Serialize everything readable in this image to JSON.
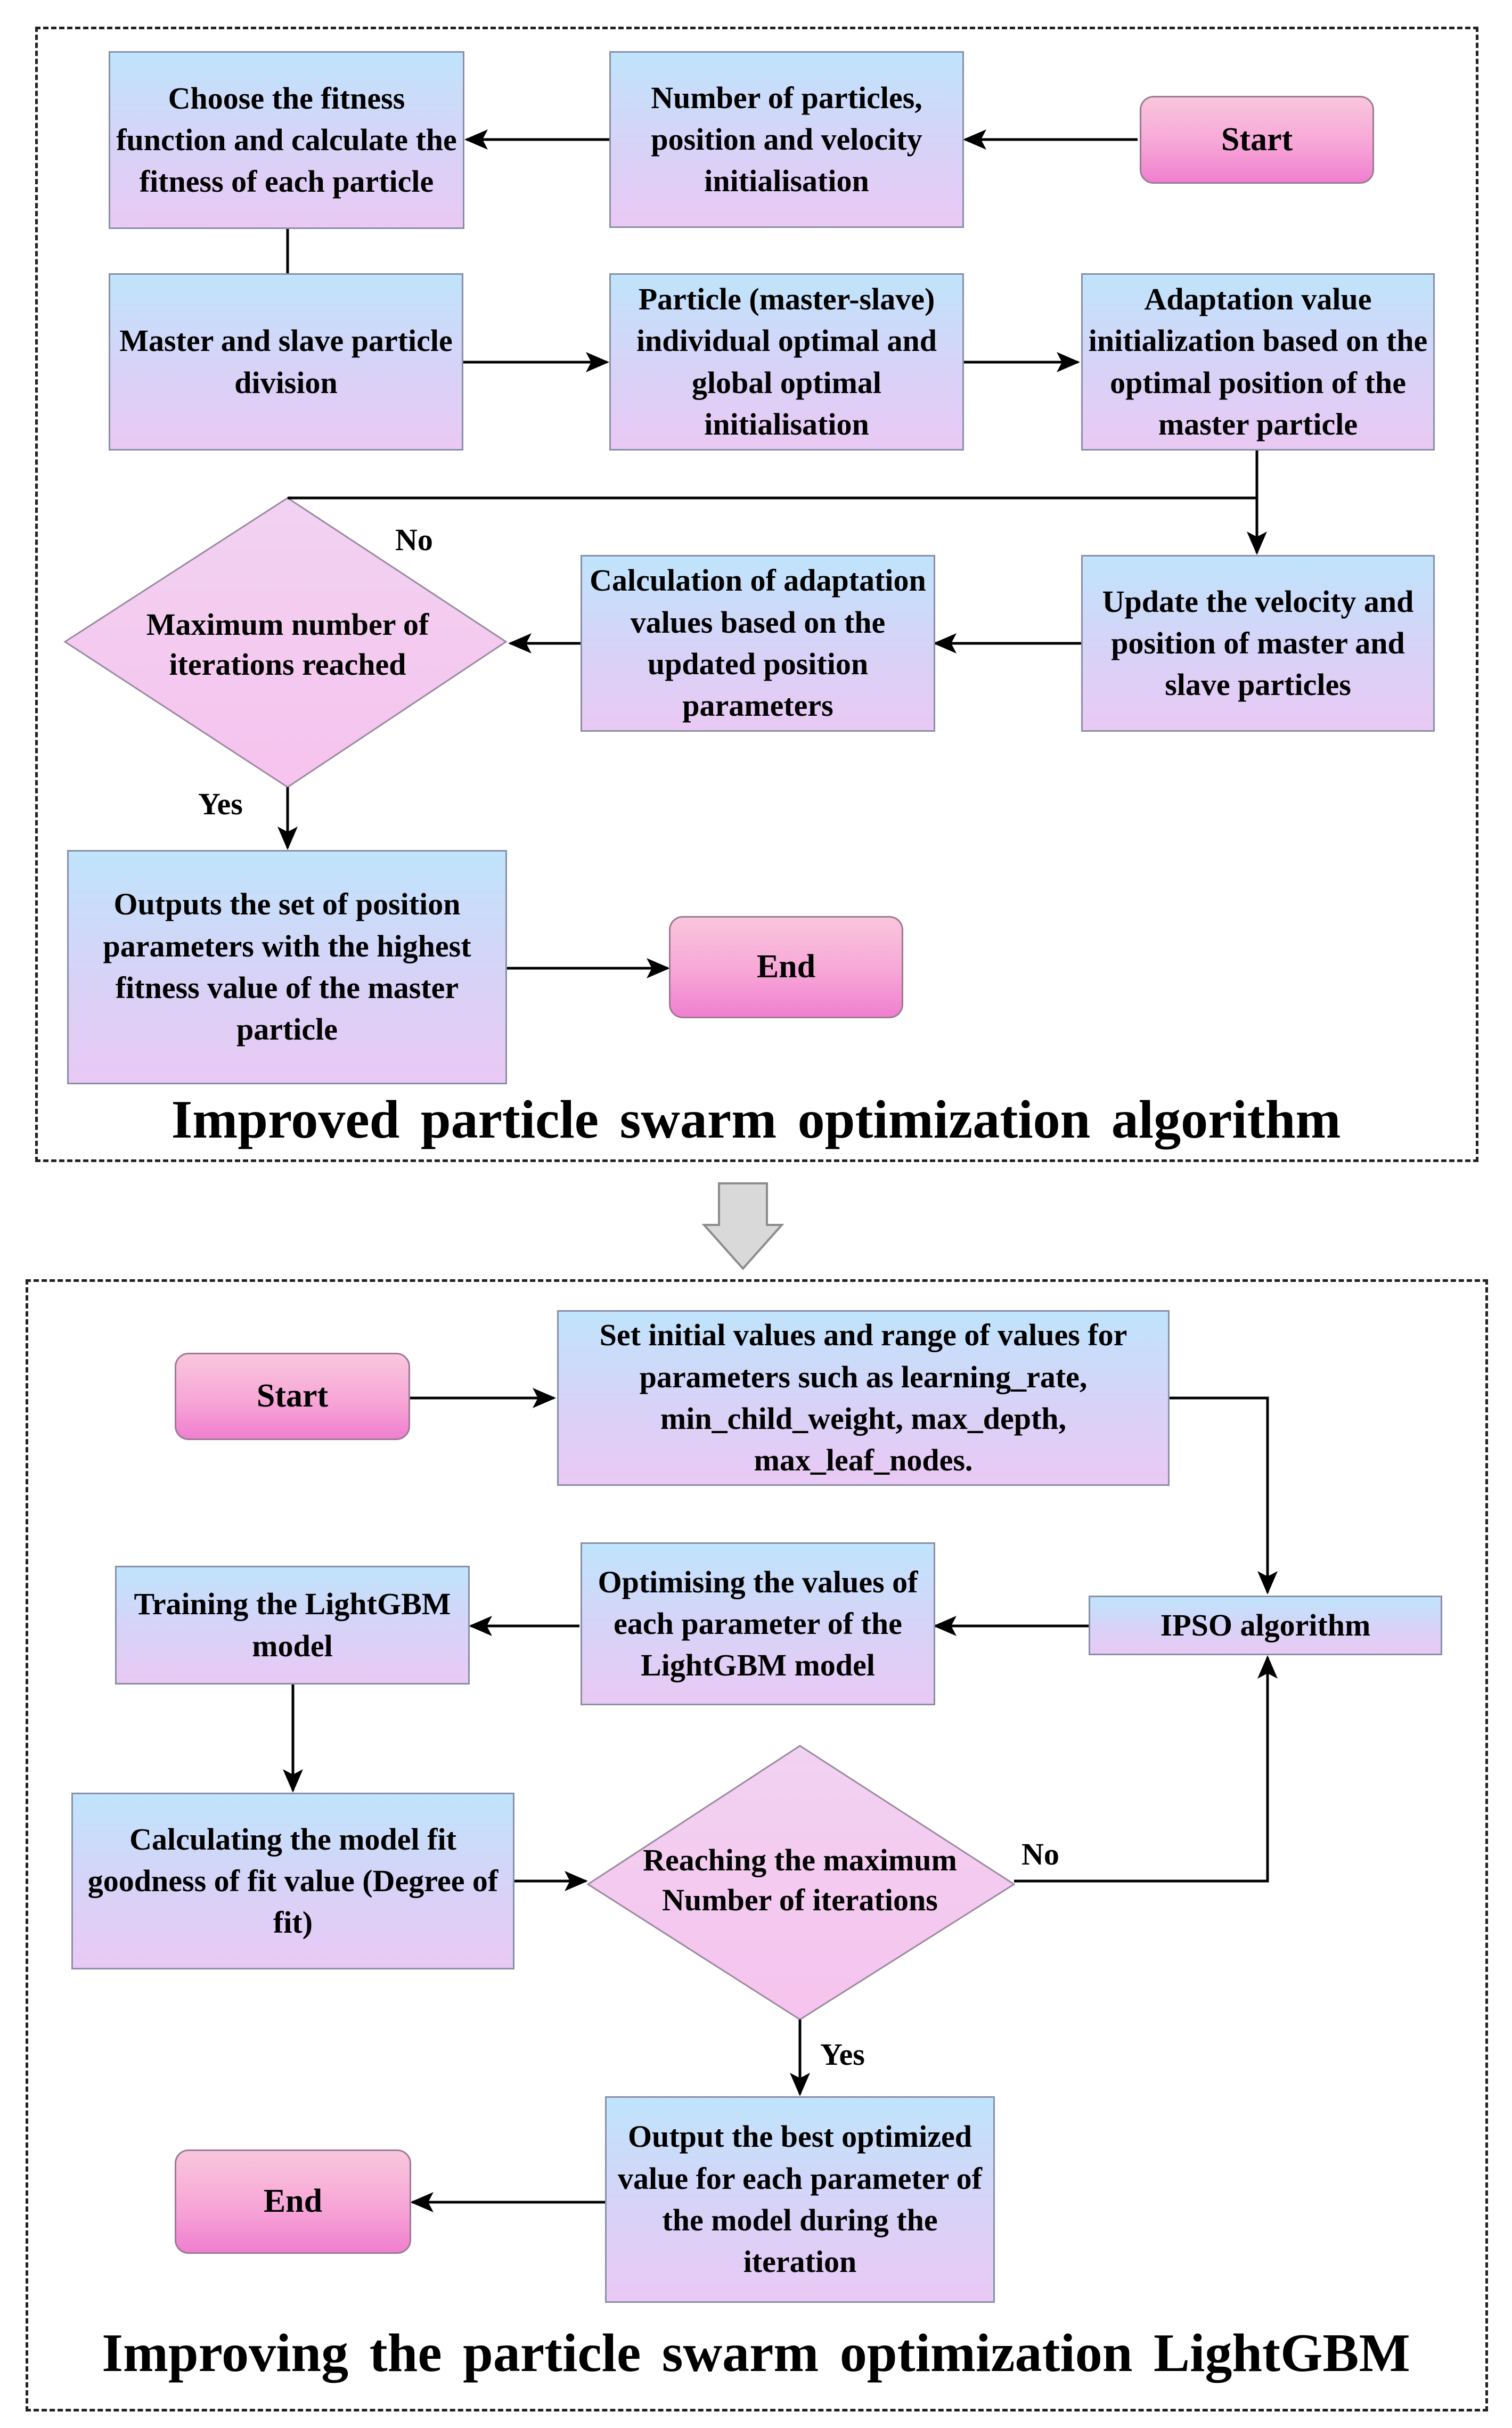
{
  "panel_top": {
    "title": "Improved  particle  swarm  optimization  algorithm",
    "nodes": {
      "start": "Start",
      "init_particles": "Number of particles, position and velocity initialisation",
      "fitness": "Choose the fitness function and calculate the fitness of each particle",
      "division": "Master and slave particle division",
      "optimal_init": "Particle (master-slave) individual optimal and global optimal initialisation",
      "adapt_init": "Adaptation value initialization based on the optimal position of the master particle",
      "update": "Update the velocity and position of master and slave particles",
      "calc_adapt": "Calculation of adaptation values based on the updated position parameters",
      "decision": "Maximum number of iterations reached",
      "output": "Outputs the set of position parameters with the highest fitness value of the master particle",
      "end": "End"
    },
    "labels": {
      "no": "No",
      "yes": "Yes"
    }
  },
  "panel_bottom": {
    "title": "Improving  the  particle  swarm  optimization  LightGBM",
    "nodes": {
      "start": "Start",
      "set_init": "Set initial values and range of values for parameters such as learning_rate, min_child_weight, max_depth, max_leaf_nodes.",
      "ipso": "IPSO algorithm",
      "optimise": "Optimising the values of each parameter of the LightGBM model",
      "train": "Training the LightGBM model",
      "calc_fit": "Calculating the model fit goodness of fit value (Degree of fit)",
      "decision": "Reaching the maximum Number of iterations",
      "output": "Output the best optimized value for each parameter of the model during the iteration",
      "end": "End"
    },
    "labels": {
      "no": "No",
      "yes": "Yes"
    }
  },
  "colors": {
    "box_top": "#bfe4fb",
    "box_bottom": "#e9c9f4",
    "terminal": "#f7a6d7",
    "diamond": "#f4c8ef",
    "arrow": "#000000",
    "down_arrow_fill": "#d9d9d9"
  }
}
